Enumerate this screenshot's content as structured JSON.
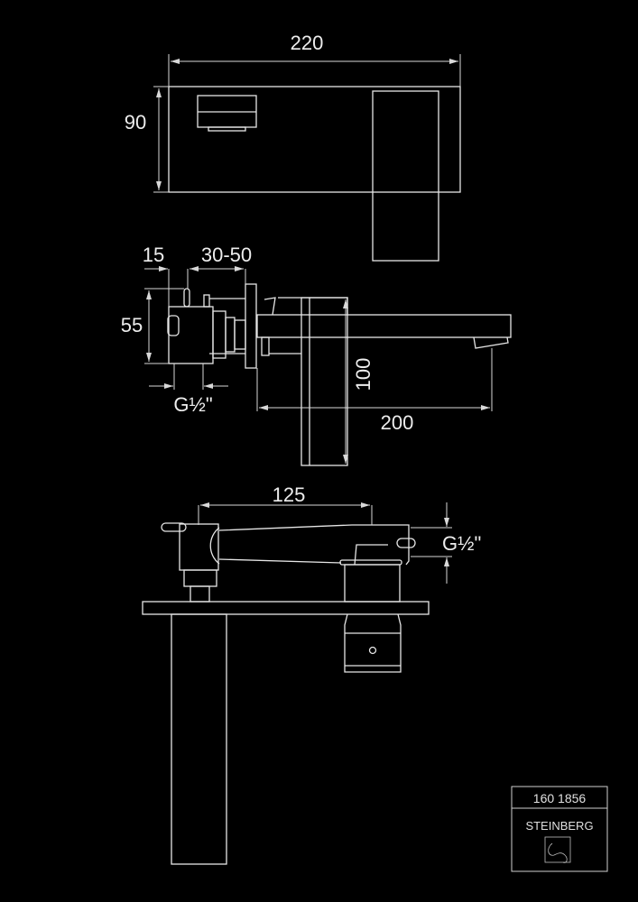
{
  "drawing": {
    "top_view": {
      "width_label": "220",
      "height_label": "90"
    },
    "side_view": {
      "dim_wall_offset": "15",
      "dim_wall_depth": "30-50",
      "dim_body_height": "55",
      "dim_thread": "G½\"",
      "dim_spout_height": "100",
      "dim_spout_length": "200"
    },
    "bottom_view": {
      "dim_centers": "125",
      "dim_thread": "G½\""
    }
  },
  "title_block": {
    "code": "160 1856",
    "brand": "STEINBERG"
  },
  "colors": {
    "background": "#000000",
    "line": "#e6e6e6"
  }
}
